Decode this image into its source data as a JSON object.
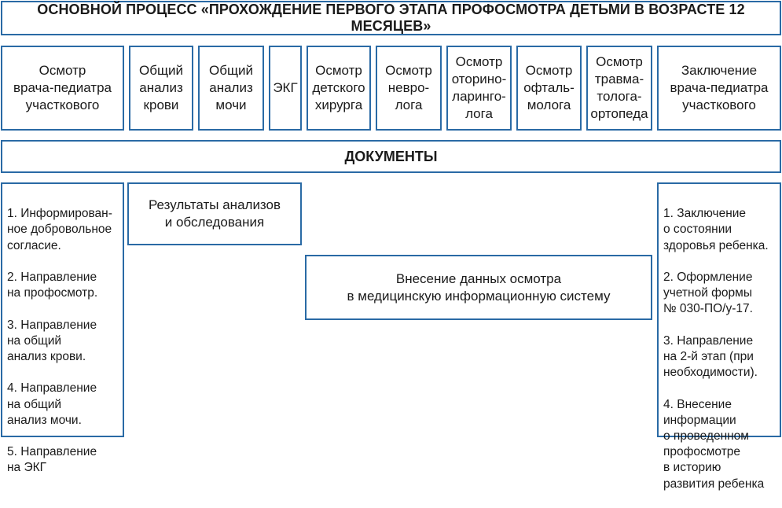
{
  "title": "ОСНОВНОЙ ПРОЦЕСС «ПРОХОЖДЕНИЕ ПЕРВОГО ЭТАПА ПРОФОСМОТРА ДЕТЬМИ В ВОЗРАСТЕ 12 МЕСЯЦЕВ»",
  "steps": [
    "Осмотр\nврача-педиатра\nучасткового",
    "Общий\nанализ\nкрови",
    "Общий\nанализ\nмочи",
    "ЭКГ",
    "Осмотр\nдетского\nхирурга",
    "Осмотр\nневро-\nлога",
    "Осмотр\nоторино-\nларинго-\nлога",
    "Осмотр\nофталь-\nмолога",
    "Осмотр\nтравма-\nтолога-\nортопеда",
    "Заключение\nврача-педиатра\nучасткового"
  ],
  "documents_header": "ДОКУМЕНТЫ",
  "documents": {
    "left": [
      "1. Информирован-\nное добровольное\nсогласие.",
      "2. Направление\nна профосмотр.",
      "3. Направление\nна общий\nанализ крови.",
      "4. Направление\nна общий\nанализ мочи.",
      "5. Направление\nна ЭКГ"
    ],
    "results": "Результаты анализов\nи обследования",
    "mis": "Внесение данных осмотра\nв медицинскую информационную систему",
    "right": [
      "1. Заключение\nо состоянии\nздоровья ребенка.",
      "2. Оформление\nучетной формы\n№ 030-ПО/у-17.",
      "3. Направление\nна 2-й этап (при\nнеобходимости).",
      "4. Внесение\nинформации\nо проведенном\nпрофосмотре\nв историю\nразвития ребенка"
    ]
  }
}
